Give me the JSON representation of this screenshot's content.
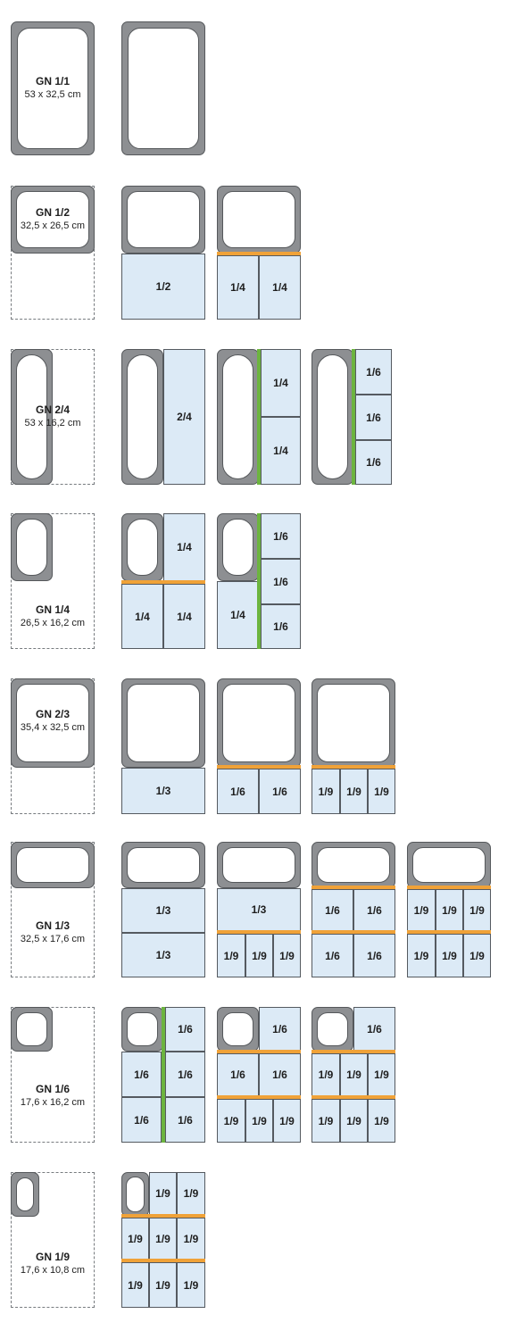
{
  "colors": {
    "cell_fill": "#dceaf6",
    "pan_rim": "#8d8f92",
    "outline": "#55585b",
    "divider_orange": "#f0a238",
    "divider_green": "#6cb43f"
  },
  "rows": [
    {
      "key": "gn11",
      "name": "GN 1/1",
      "size": "53 x 32,5 cm"
    },
    {
      "key": "gn12",
      "name": "GN 1/2",
      "size": "32,5 x 26,5 cm",
      "cells": [
        "1/2",
        "1/4",
        "1/4"
      ]
    },
    {
      "key": "gn24",
      "name": "GN 2/4",
      "size": "53 x 16,2 cm",
      "cells": [
        "2/4",
        "1/4",
        "1/4",
        "1/6",
        "1/6",
        "1/6"
      ]
    },
    {
      "key": "gn14",
      "name": "GN 1/4",
      "size": "26,5 x 16,2 cm",
      "cells": [
        "1/4",
        "1/4",
        "1/4",
        "1/4",
        "1/6",
        "1/6",
        "1/6"
      ]
    },
    {
      "key": "gn23",
      "name": "GN 2/3",
      "size": "35,4 x 32,5 cm",
      "cells": [
        "1/3",
        "1/6",
        "1/6",
        "1/9",
        "1/9",
        "1/9"
      ]
    },
    {
      "key": "gn13",
      "name": "GN 1/3",
      "size": "32,5 x 17,6 cm",
      "cells": [
        "1/3",
        "1/3",
        "1/3",
        "1/9",
        "1/9",
        "1/9",
        "1/6",
        "1/6",
        "1/6",
        "1/6",
        "1/9",
        "1/9",
        "1/9",
        "1/9",
        "1/9",
        "1/9"
      ]
    },
    {
      "key": "gn16",
      "name": "GN 1/6",
      "size": "17,6 x 16,2 cm",
      "cells": [
        "1/6",
        "1/6",
        "1/6",
        "1/6",
        "1/6",
        "1/6",
        "1/6",
        "1/6",
        "1/9",
        "1/9",
        "1/9",
        "1/6",
        "1/9",
        "1/9",
        "1/9",
        "1/9",
        "1/9",
        "1/9"
      ]
    },
    {
      "key": "gn19",
      "name": "GN 1/9",
      "size": "17,6 x 10,8 cm",
      "cells": [
        "1/9",
        "1/9",
        "1/9",
        "1/9",
        "1/9",
        "1/9",
        "1/9",
        "1/9"
      ]
    }
  ]
}
